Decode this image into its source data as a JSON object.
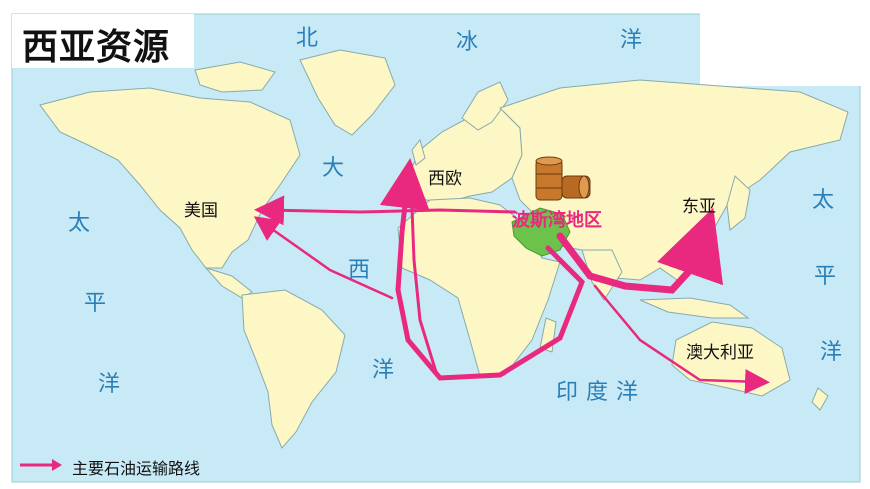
{
  "title": "西亚资源",
  "oceans": {
    "arctic": [
      "北",
      "冰",
      "洋"
    ],
    "atlantic": [
      "大",
      "西",
      "洋"
    ],
    "pacific_west": [
      "太",
      "平",
      "洋"
    ],
    "pacific_east": [
      "太",
      "平",
      "洋"
    ],
    "indian": "印度洋"
  },
  "regions": {
    "usa": "美国",
    "west_europe": "西欧",
    "persian_gulf": "波斯湾地区",
    "east_asia": "东亚",
    "australia": "澳大利亚"
  },
  "legend": {
    "label": "主要石油运输路线"
  },
  "colors": {
    "ocean": "#c8eaf6",
    "land": "#fdf7c6",
    "route": "#e8297f",
    "gulf_land": "#6cc24a",
    "barrel": "#c8782a"
  }
}
